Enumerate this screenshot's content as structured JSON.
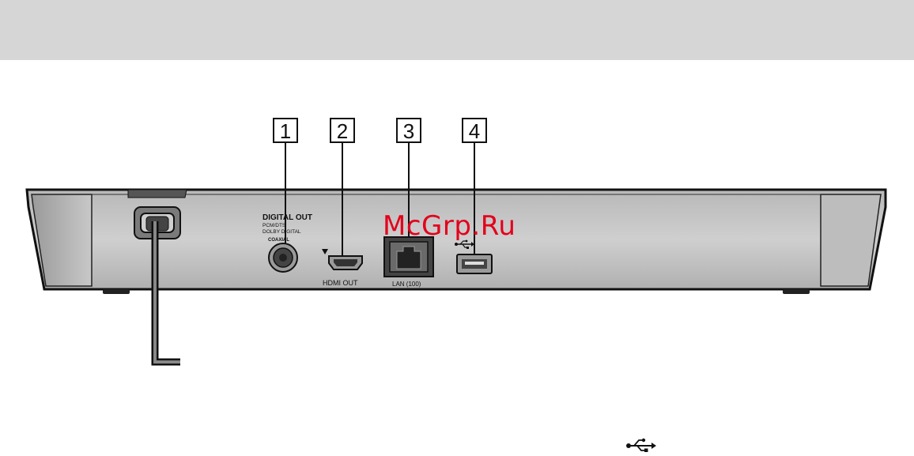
{
  "callouts": [
    "1",
    "2",
    "3",
    "4"
  ],
  "panel_labels": {
    "digital_out": "DIGITAL OUT",
    "digital_out_sub1": "PCM/DTS",
    "digital_out_sub2": "DOLBY DIGITAL",
    "coaxial": "COAXIAL",
    "hdmi_out": "HDMI OUT",
    "lan": "LAN (100)"
  },
  "watermark": "McGrp.Ru",
  "icons": {
    "usb_port_symbol": "usb-icon",
    "bottom_symbol": "usb-icon",
    "hdmi_marker": "triangle-down-icon"
  },
  "colors": {
    "top_band": "#d6d6d6",
    "device_body": "#c4c4c4",
    "device_outline": "#111111",
    "watermark": "#e3001b"
  }
}
